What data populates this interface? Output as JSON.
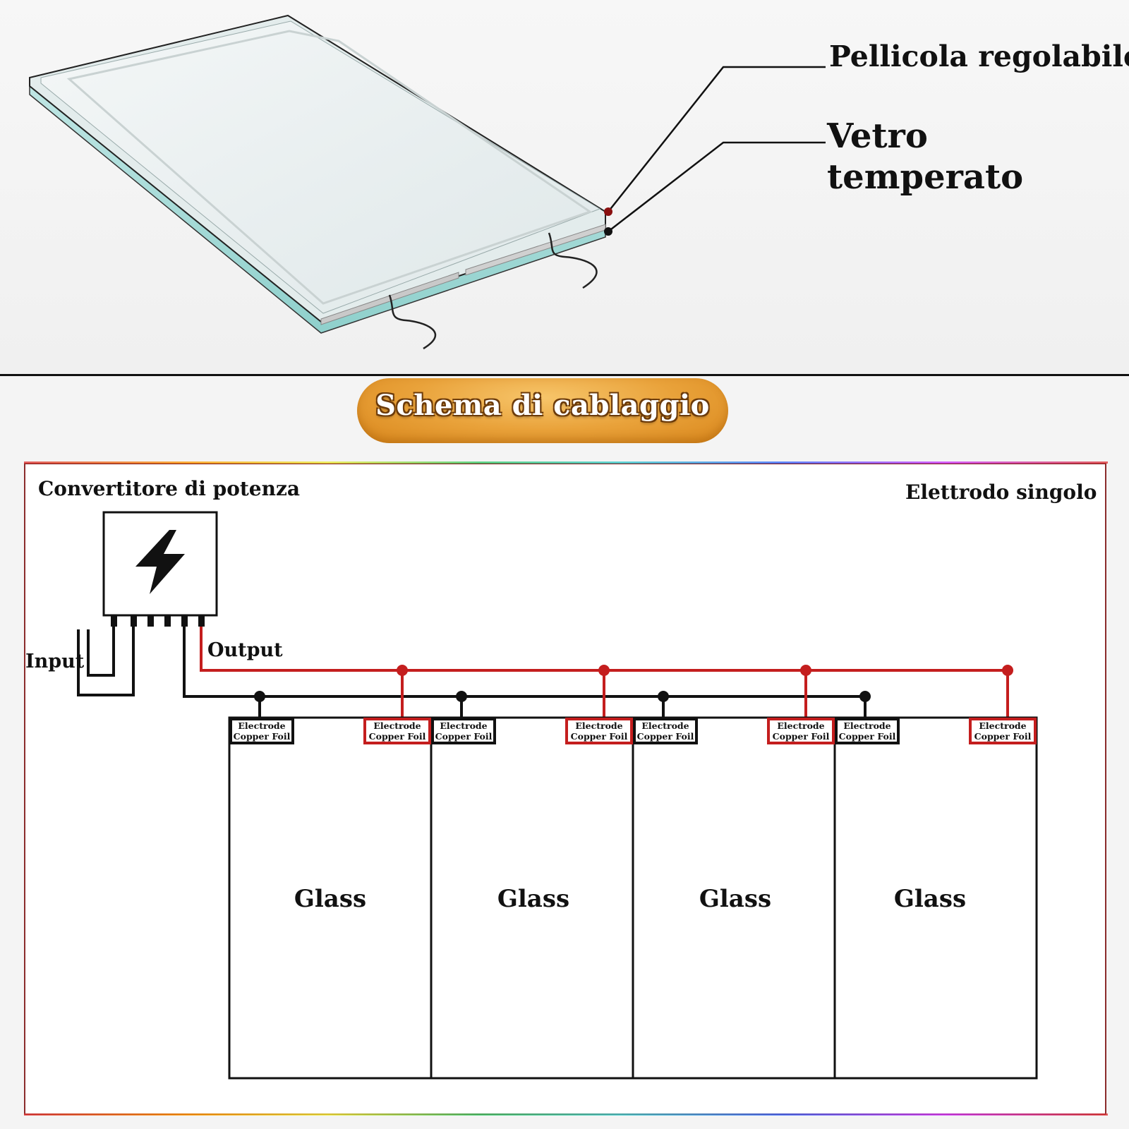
{
  "callouts": {
    "film": "Pellicola regolabile",
    "glass_line1": "Vetro",
    "glass_line2": "temperato"
  },
  "title": "Schema di cablaggio",
  "diagram": {
    "converter_label": "Convertitore di potenza",
    "electrode_mode": "Elettrodo singolo",
    "input_label": "Input",
    "output_label": "Output",
    "panels": [
      {
        "label": "Glass",
        "foil_left": [
          "Electrode",
          "Copper Foil"
        ],
        "foil_right": [
          "Electrode",
          "Copper Foil"
        ]
      },
      {
        "label": "Glass",
        "foil_left": [
          "Electrode",
          "Copper Foil"
        ],
        "foil_right": [
          "Electrode",
          "Copper Foil"
        ]
      },
      {
        "label": "Glass",
        "foil_left": [
          "Electrode",
          "Copper Foil"
        ],
        "foil_right": [
          "Electrode",
          "Copper Foil"
        ]
      },
      {
        "label": "Glass",
        "foil_left": [
          "Electrode",
          "Copper Foil"
        ],
        "foil_right": [
          "Electrode",
          "Copper Foil"
        ]
      }
    ],
    "colors": {
      "positive_wire": "#c41e1e",
      "negative_wire": "#111111",
      "frame": "#8b2c2c"
    },
    "icons": {
      "converter": "lightning-bolt-icon"
    }
  }
}
